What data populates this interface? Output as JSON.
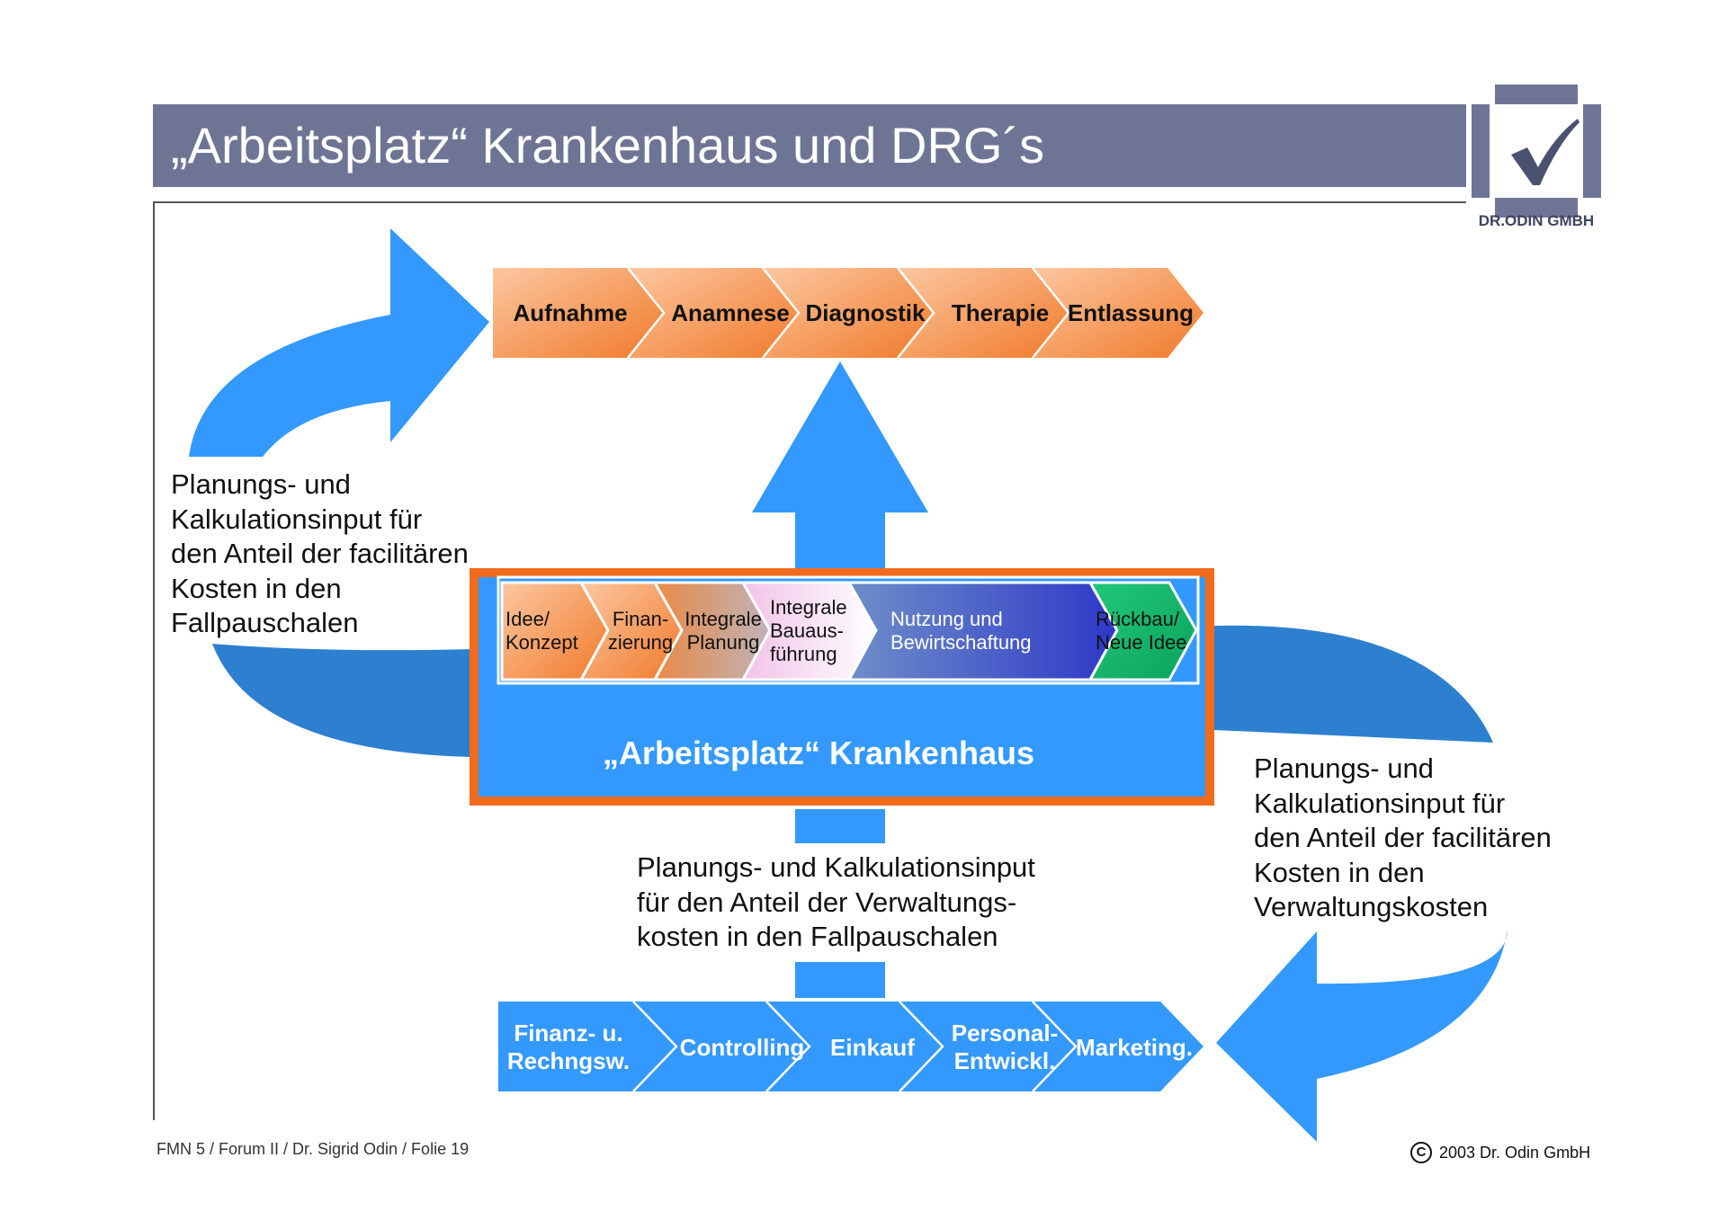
{
  "title": "„Arbeitsplatz“ Krankenhaus und DRG´s",
  "logo": {
    "text": "DR.ODIN GMBH",
    "icon": "checkmark-icon"
  },
  "top_process": [
    "Aufnahme",
    "Anamnese",
    "Diagnostik",
    "Therapie",
    "Entlassung"
  ],
  "building_process": [
    "Idee/\nKonzept",
    "Finan-\nzierung",
    "Integrale\nPlanung",
    "Integrale\nBauaus-\nführung",
    "Nutzung und\nBewirtschaftung",
    "Rückbau/\nNeue Idee"
  ],
  "center_title": "„Arbeitsplatz“ Krankenhaus",
  "admin_process": [
    "Finanz- u.\nRechngsw.",
    "Controlling",
    "Einkauf",
    "Personal-\nEntwickl.",
    "Marketing."
  ],
  "notes": {
    "left": "Planungs- und\nKalkulationsinput für\nden Anteil der facilitären\nKosten in den\nFallpauschalen",
    "right": "Planungs- und\nKalkulationsinput für\nden Anteil der facilitären\nKosten in den\nVerwaltungskosten",
    "bottom": "Planungs- und Kalkulationsinput\nfür den Anteil der Verwaltungs-\nkosten in den Fallpauschalen"
  },
  "footer": {
    "left": "FMN 5 / Forum II / Dr. Sigrid Odin / Folie 19",
    "right": "2003 Dr. Odin GmbH",
    "copyright_icon": "copyright-icon"
  },
  "colors": {
    "title_bar": "#6e7594",
    "arrow_blue": "#3399ff",
    "arrow_dark_blue": "#2d7fd0",
    "orange": "#f28a3a",
    "frame_orange": "#f26b1d",
    "green": "#19b86e"
  }
}
